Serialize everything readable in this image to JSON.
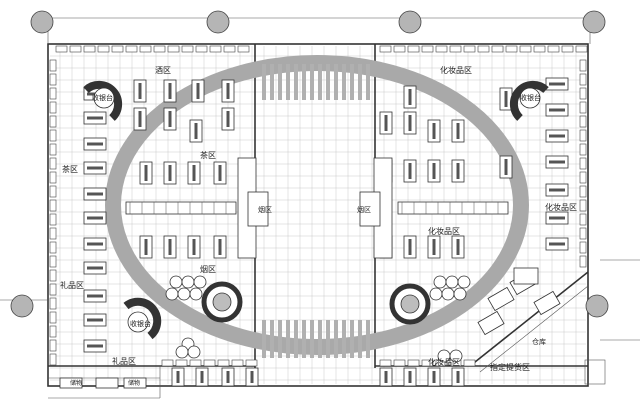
{
  "zones": {
    "wine": "酒区",
    "cashier_tl": "收银台",
    "cashier_tr": "收银台",
    "cashier_bl": "收银台",
    "tea_left": "茶区",
    "tea_center": "茶区",
    "gift_left": "礼品区",
    "gift_bottom": "礼品区",
    "cosmetics_top": "化妆品区",
    "cosmetics_right": "化妆品区",
    "cosmetics_mid": "化妆品区",
    "cosmetics_bottom": "化妆品区",
    "center_left": "烟区",
    "center_right": "烟区",
    "center_bottom": "烟区",
    "storage": "仓库",
    "designated_pickup": "指定提货区",
    "store_left": "储物",
    "store_right": "储物"
  },
  "colors": {
    "ring": "#a9a9a9",
    "walls": "#333333",
    "grid": "#c9c9c9"
  }
}
